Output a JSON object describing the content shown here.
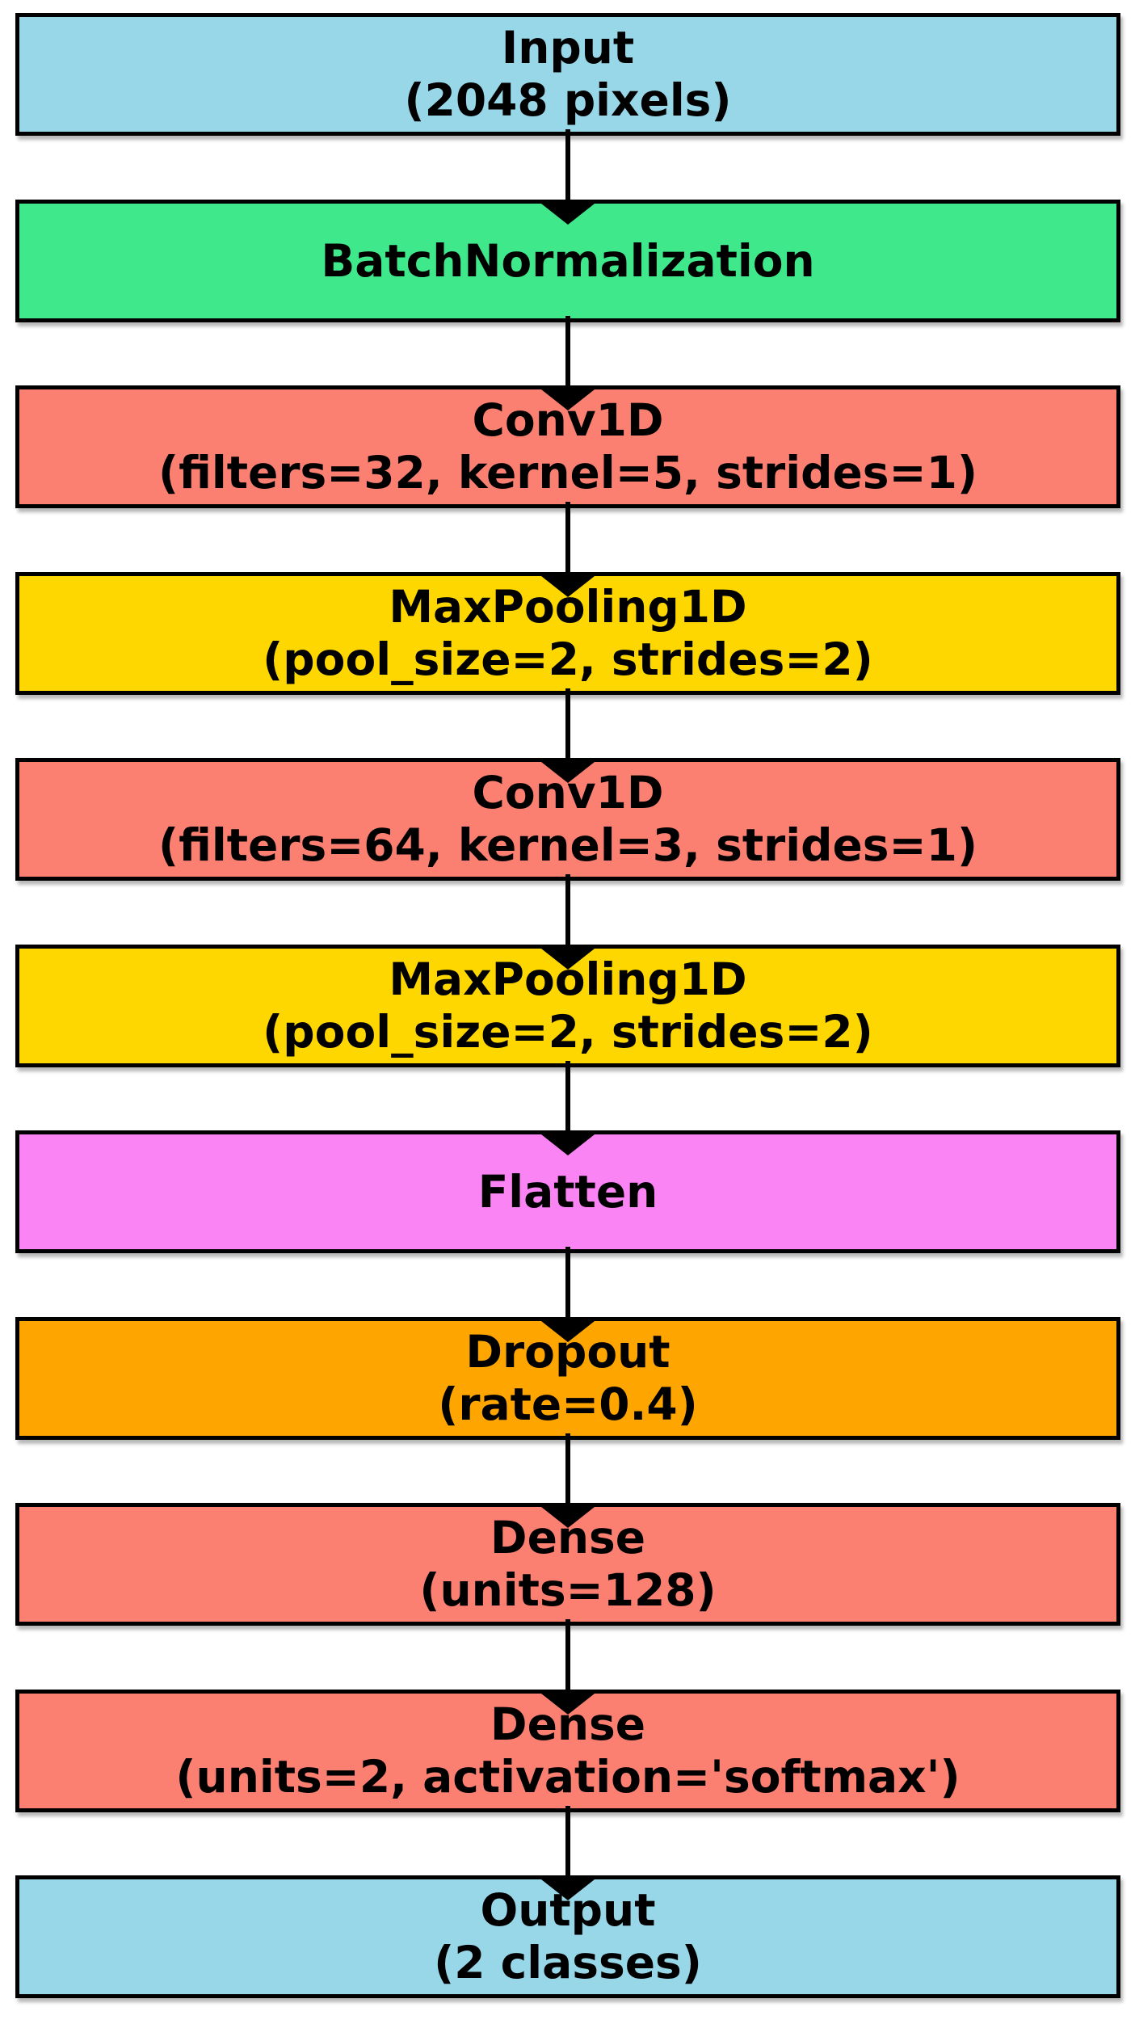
{
  "diagram": {
    "title": "1D CNN model architecture flowchart",
    "background_color": "#ffffff",
    "node_border_color": "#000000",
    "arrow_color": "#000000",
    "nodes": [
      {
        "id": "input",
        "lines": [
          "Input",
          "(2048 pixels)"
        ],
        "color": "#97D7E8"
      },
      {
        "id": "batchnorm",
        "lines": [
          "BatchNormalization"
        ],
        "color": "#3EE88B"
      },
      {
        "id": "conv1d-1",
        "lines": [
          "Conv1D",
          "(filters=32, kernel=5, strides=1)"
        ],
        "color": "#FC8072"
      },
      {
        "id": "maxpool-1",
        "lines": [
          "MaxPooling1D",
          "(pool_size=2, strides=2)"
        ],
        "color": "#FFD700"
      },
      {
        "id": "conv1d-2",
        "lines": [
          "Conv1D",
          "(filters=64, kernel=3, strides=1)"
        ],
        "color": "#FC8072"
      },
      {
        "id": "maxpool-2",
        "lines": [
          "MaxPooling1D",
          "(pool_size=2, strides=2)"
        ],
        "color": "#FFD700"
      },
      {
        "id": "flatten",
        "lines": [
          "Flatten"
        ],
        "color": "#FB84F5"
      },
      {
        "id": "dropout",
        "lines": [
          "Dropout",
          "(rate=0.4)"
        ],
        "color": "#FFA500"
      },
      {
        "id": "dense-1",
        "lines": [
          "Dense",
          "(units=128)"
        ],
        "color": "#FC8072"
      },
      {
        "id": "dense-2",
        "lines": [
          "Dense",
          "(units=2, activation='softmax')"
        ],
        "color": "#FC8072"
      },
      {
        "id": "output",
        "lines": [
          "Output",
          "(2 classes)"
        ],
        "color": "#97D7E8"
      }
    ]
  }
}
